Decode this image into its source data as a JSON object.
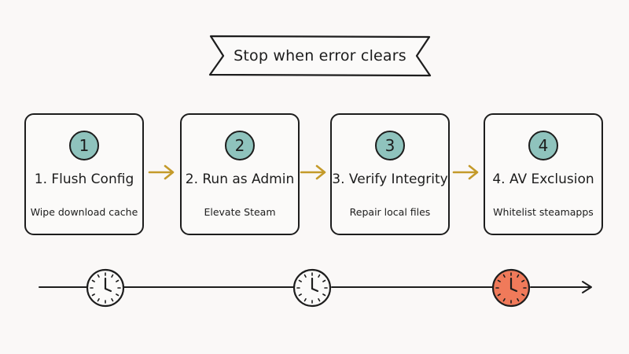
{
  "banner": {
    "title": "Stop when error clears"
  },
  "steps": [
    {
      "number": "1",
      "title": "1. Flush Config",
      "subtitle": "Wipe download cache"
    },
    {
      "number": "2",
      "title": "2. Run as Admin",
      "subtitle": "Elevate Steam"
    },
    {
      "number": "3",
      "title": "3. Verify Integrity",
      "subtitle": "Repair local files"
    },
    {
      "number": "4",
      "title": "4. AV Exclusion",
      "subtitle": "Whitelist steamapps"
    }
  ],
  "colors": {
    "step_badge": "#8fc3bd",
    "arrow": "#c49a2a",
    "clock_active": "#f07a5a",
    "ink": "#1d1d1d"
  },
  "timeline": {
    "clocks": [
      {
        "icon": "clock-icon",
        "active": false
      },
      {
        "icon": "clock-icon",
        "active": false
      },
      {
        "icon": "clock-icon",
        "active": true
      }
    ]
  }
}
